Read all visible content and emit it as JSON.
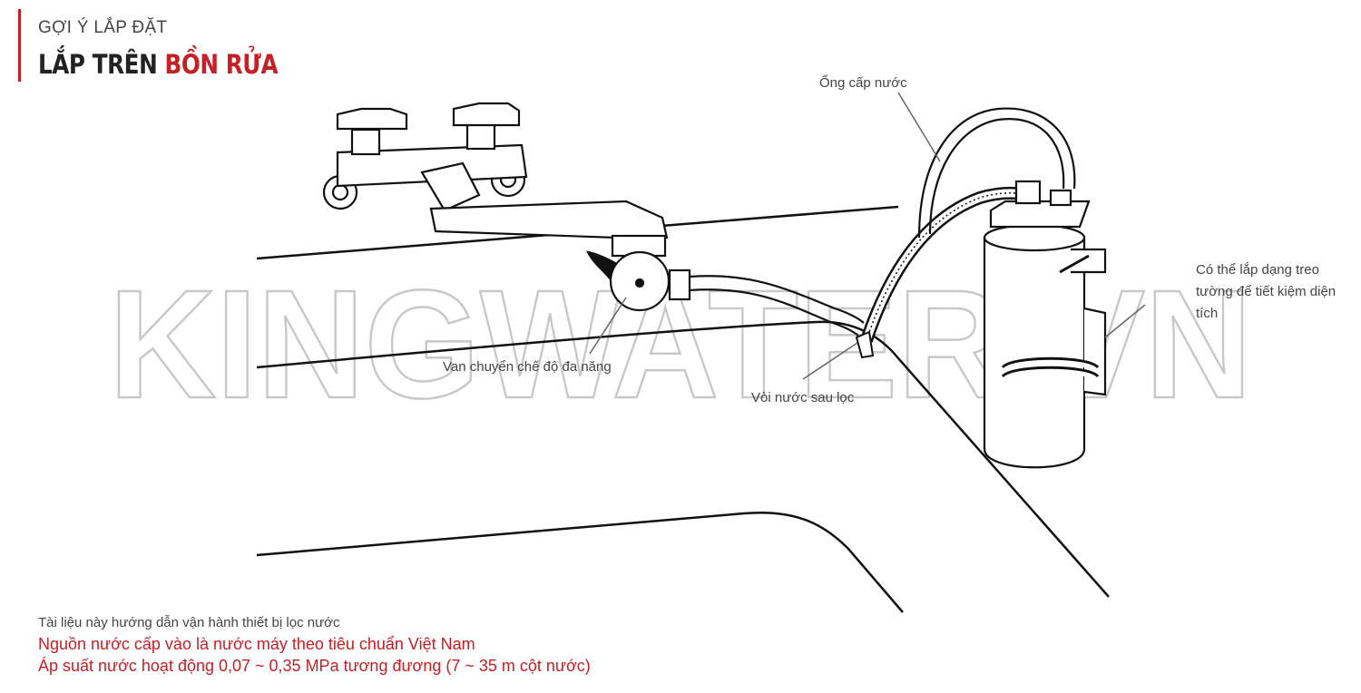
{
  "header": {
    "subtitle": "GỢI Ý LẮP ĐẶT",
    "title_part1": "LẮP TRÊN",
    "title_part2": "BỒN RỬA"
  },
  "watermark": "KINGWATER.VN",
  "labels": {
    "supply_pipe": "Ống cấp nước",
    "wall_mount_line1": "Có thể lắp dạng treo",
    "wall_mount_line2": "tường để tiết kiệm diện",
    "wall_mount_line3": "tích",
    "diverter_valve": "Van chuyển chế độ đa năng",
    "filtered_faucet": "Vòi nước sau lọc"
  },
  "notes": {
    "line1": "Tài liệu này hướng dẫn vận hành thiết bị lọc nước",
    "line2": "Nguồn nước cấp vào là nước máy theo tiêu chuẩn Việt Nam",
    "line3": "Áp suất nước hoạt động 0,07 ~ 0,35 MPa tương đương (7 ~ 35 m cột nước)"
  },
  "colors": {
    "accent": "#c62026",
    "text": "#444444",
    "line": "#111111",
    "watermark_outline": "#c8c8c8"
  }
}
